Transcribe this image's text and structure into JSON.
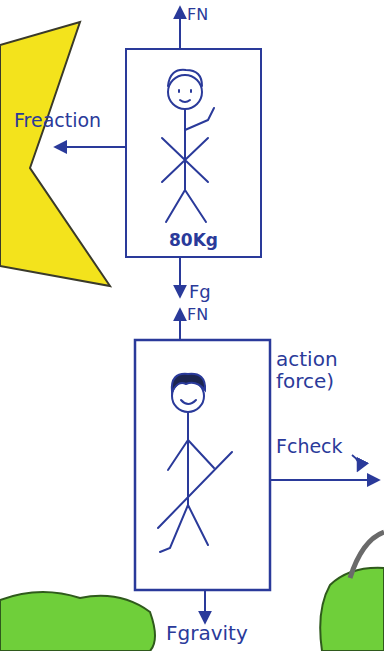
{
  "diagram": {
    "nodes": [
      {
        "text": [
          "80Kg"
        ]
      }
    ],
    "labels": [
      "FN",
      "Freaction",
      "Fg",
      "FN",
      "action force)",
      "Fcheck",
      "Fgravity"
    ]
  }
}
